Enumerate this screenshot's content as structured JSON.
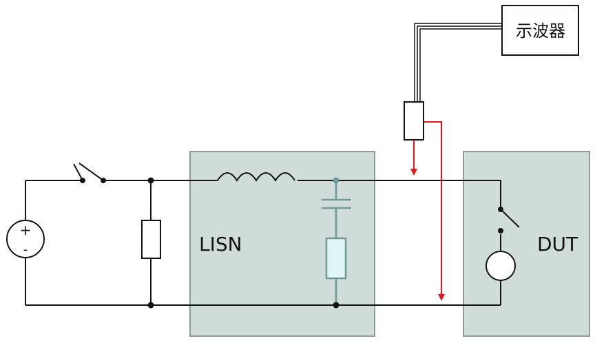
{
  "labels": {
    "lisn": "LISN",
    "dut": "DUT",
    "scope": "示波器",
    "source_plus": "+",
    "source_minus": "-"
  },
  "colors": {
    "wire": "#111111",
    "lisn_box_fill": "#cfdcd9",
    "lisn_box_stroke": "#8e9c99",
    "dut_box_fill": "#cfdcd9",
    "lisn_component": "#6f9a95",
    "lisn_resistor_fill": "#dff5f7",
    "probe_arrow": "#e8141b"
  }
}
